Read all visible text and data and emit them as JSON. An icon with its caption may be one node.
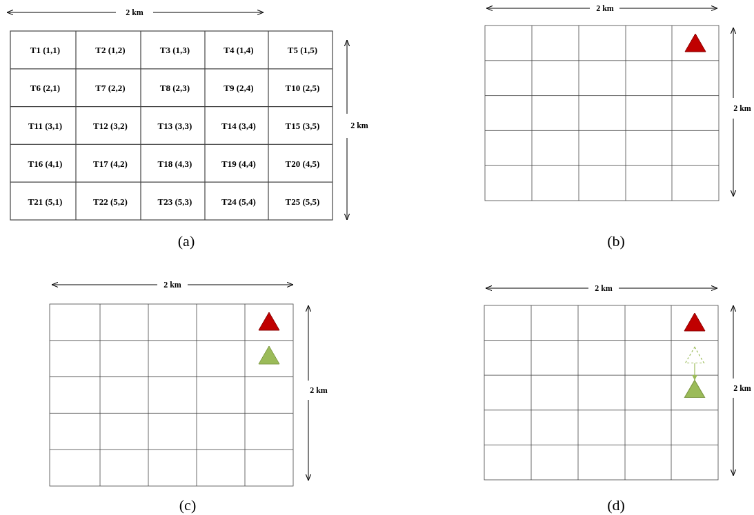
{
  "diagram": {
    "nodes": [
      {
        "text": [],
        "shape": "triangle"
      },
      {
        "text": [],
        "shape": "triangle"
      }
    ],
    "edges": [
      {
        "from": 0,
        "to": 1,
        "arrow": "to"
      }
    ],
    "labels": [
      "2 km",
      "T1 (1,1)",
      "T2 (1,2)",
      "T3 (1,3)",
      "T4 (1,4)",
      "T5 (1,5)",
      "T6 (2,1)",
      "T7 (2,2)",
      "T8 (2,3)",
      "T9 (2,4)",
      "T10 (2,5)",
      "T11 (3,1)",
      "T12 (3,2)",
      "T13 (3,3)",
      "T14 (3,4)",
      "T15 (3,5)",
      "T16 (4,1)",
      "T17 (4,2)",
      "T18 (4,3)",
      "T19 (4,4)",
      "T20 (4,5)",
      "T21 (5,1)",
      "T22 (5,2)",
      "T23 (5,3)",
      "T24 (5,4)",
      "T25 (5,5)",
      "2 km",
      "(a)",
      "2 km",
      "2 km",
      "(b)",
      "2 km",
      "2 km",
      "(c)",
      "2 km",
      "2 km",
      "(d)"
    ]
  }
}
